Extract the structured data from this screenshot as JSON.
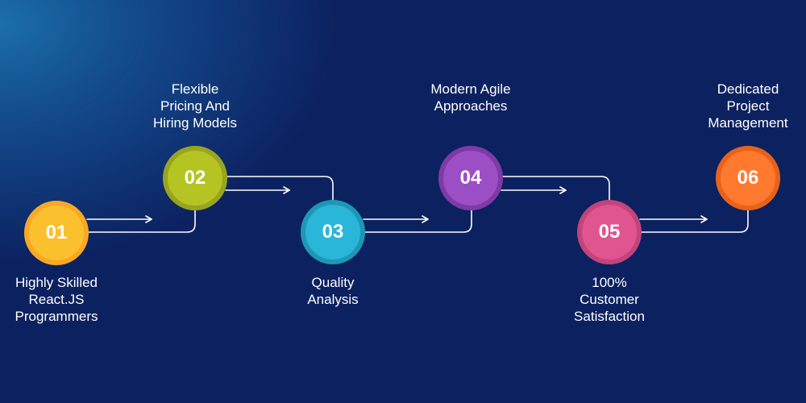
{
  "steps": [
    {
      "number": "01",
      "label": "Highly Skilled\nReact.JS\nProgrammers",
      "fill": "#fbc02d",
      "ring": "#f9a825"
    },
    {
      "number": "02",
      "label": "Flexible\nPricing And\nHiring Models",
      "fill": "#b5c423",
      "ring": "#99a51e"
    },
    {
      "number": "03",
      "label": "Quality\nAnalysis",
      "fill": "#29b6d8",
      "ring": "#1e97b5"
    },
    {
      "number": "04",
      "label": "Modern Agile\nApproaches",
      "fill": "#9c4fc4",
      "ring": "#7e3aa6"
    },
    {
      "number": "05",
      "label": "100%\nCustomer\nSatisfaction",
      "fill": "#e0558f",
      "ring": "#c2447a"
    },
    {
      "number": "06",
      "label": "Dedicated\nProject\nManagement",
      "fill": "#ff7a2f",
      "ring": "#e8631a"
    }
  ],
  "connector_color": "#ffffff",
  "background_color": "#0c2160"
}
